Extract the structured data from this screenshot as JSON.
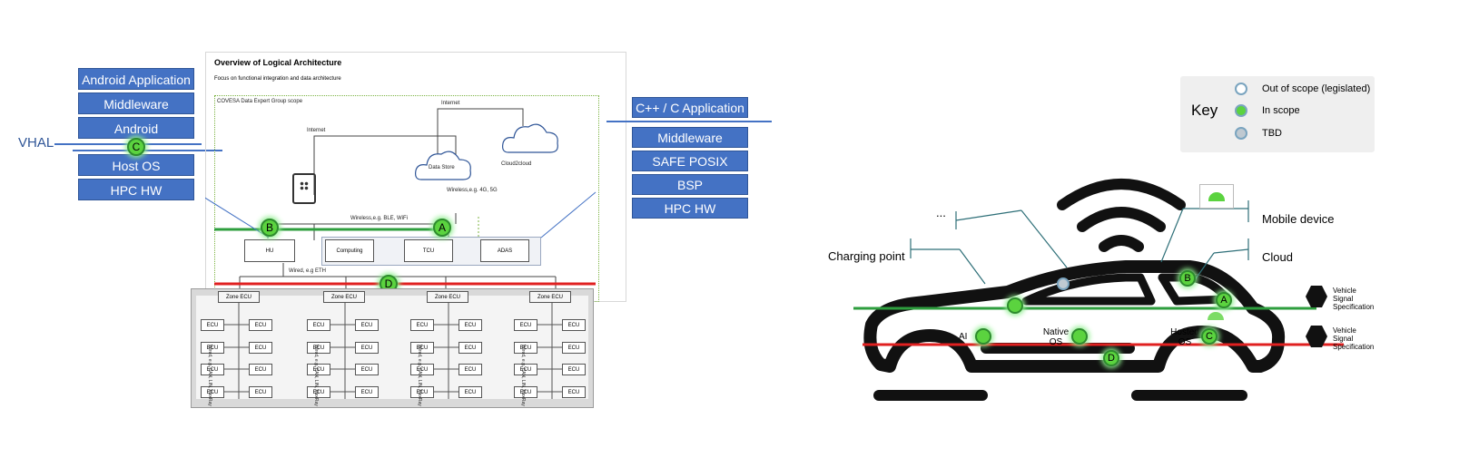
{
  "left_stack": {
    "items": [
      "Android Application",
      "Middleware",
      "Android",
      "Host OS",
      "HPC HW"
    ],
    "vhal_label": "VHAL",
    "vhal_marker": "C"
  },
  "architecture": {
    "title": "Overview of Logical Architecture",
    "subtitle": "Focus on functional integration and data architecture",
    "scope_label": "COVESA Data Expert Group scope",
    "internet_label_1": "Internet",
    "internet_label_2": "Internet",
    "data_store": "Data Store",
    "cloud2cloud": "Cloud2cloud",
    "wireless_4g": "Wireless,e.g. 4G, 5G",
    "wireless_ble": "Wireless,e.g. BLE, WiFi",
    "wired_eth": "Wired, e.g ETH",
    "hu": "HU",
    "computing": "Computing",
    "tcu": "TCU",
    "adas": "ADAS",
    "zone_ecu": "Zone ECU",
    "ecu": "ECU",
    "bus_label": "Wired, e.g. CAN, LIN, FlexRay",
    "markers": {
      "a": "A",
      "b": "B",
      "d": "D"
    }
  },
  "right_stack": {
    "items": [
      "C++ / C Application",
      "Middleware",
      "SAFE POSIX",
      "BSP",
      "HPC HW"
    ]
  },
  "key": {
    "title": "Key",
    "items": [
      "Out of scope (legislated)",
      "In scope",
      "TBD"
    ],
    "colors": {
      "out_of_scope": "#ffffff",
      "in_scope": "#5bd33f",
      "tbd": "#bfc9d1"
    }
  },
  "car": {
    "ellipsis": "...",
    "mobile_device": "Mobile device",
    "cloud": "Cloud",
    "charging_point": "Charging point",
    "ai": "AI",
    "native_os": [
      "Native",
      "OS"
    ],
    "hosted_os": [
      "Hosted",
      "OS"
    ],
    "vss_lines": [
      "Vehicle",
      "Signal",
      "Specification"
    ],
    "markers": {
      "a": "A",
      "b": "B",
      "c": "C",
      "d": "D"
    }
  }
}
